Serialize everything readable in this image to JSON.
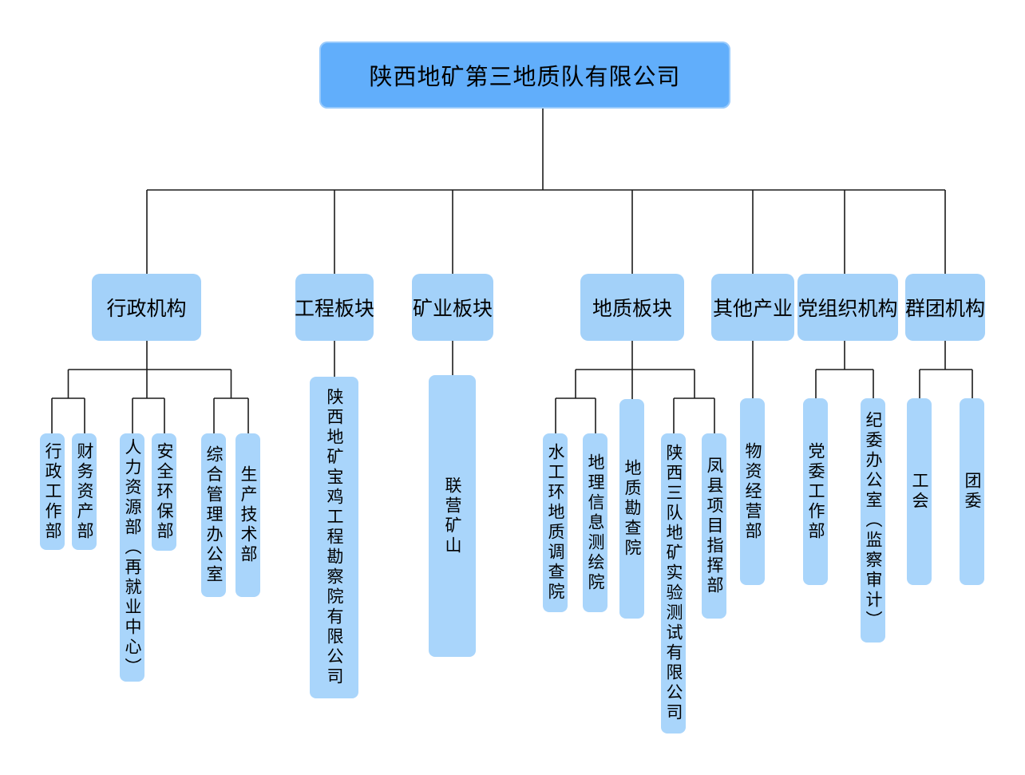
{
  "org": {
    "root": {
      "label": "陕西地矿第三地质队有限公司"
    },
    "branches": [
      {
        "label": "行政机构",
        "children": [
          {
            "label": "行政工作部"
          },
          {
            "label": "财务资产部"
          },
          {
            "label": "人力资源部（再就业中心）"
          },
          {
            "label": "安全环保部"
          },
          {
            "label": "综合管理办公室"
          },
          {
            "label": "生产技术部"
          }
        ]
      },
      {
        "label": "工程板块",
        "children": [
          {
            "label": "陕西地矿宝鸡工程勘察院有限公司"
          }
        ]
      },
      {
        "label": "矿业板块",
        "children": [
          {
            "label": "联营矿山"
          }
        ]
      },
      {
        "label": "地质板块",
        "children": [
          {
            "label": "水工环地质调查院"
          },
          {
            "label": "地理信息测绘院"
          },
          {
            "label": "地质勘查院"
          },
          {
            "label": "陕西三队地矿实验测试有限公司"
          },
          {
            "label": "凤县项目指挥部"
          }
        ]
      },
      {
        "label": "其他产业",
        "children": [
          {
            "label": "物资经营部"
          }
        ]
      },
      {
        "label": "党组织机构",
        "children": [
          {
            "label": "党委工作部"
          },
          {
            "label": "纪委办公室（监察审计）"
          }
        ]
      },
      {
        "label": "群团机构",
        "children": [
          {
            "label": "工会"
          },
          {
            "label": "团委"
          }
        ]
      }
    ]
  },
  "colors": {
    "root_fill": "#61AEFB",
    "branch_fill": "#A3D1F9",
    "leaf_fill": "#A9D5FB",
    "line": "#1b1b1b",
    "text": "#000000",
    "background": "#FFFFFF"
  }
}
